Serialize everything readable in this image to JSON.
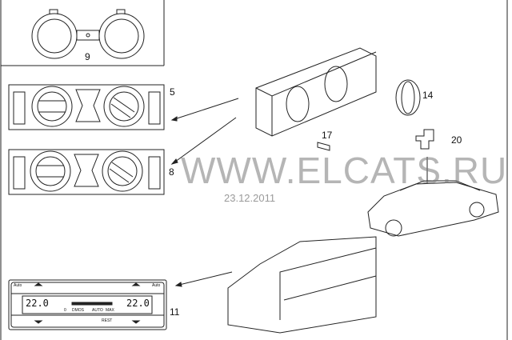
{
  "diagram": {
    "callouts": [
      "9",
      "5",
      "8",
      "11",
      "14",
      "17",
      "20"
    ],
    "watermark": "WWW.ELCATS.RU",
    "date": "23.12.2011",
    "climate_display": {
      "left_temp": "22.0",
      "right_temp": "22.0",
      "scale_labels": [
        "0",
        "DMOS",
        "AUTO",
        "MAX"
      ],
      "auto_label": "Auto",
      "rest_label": "REST"
    }
  }
}
